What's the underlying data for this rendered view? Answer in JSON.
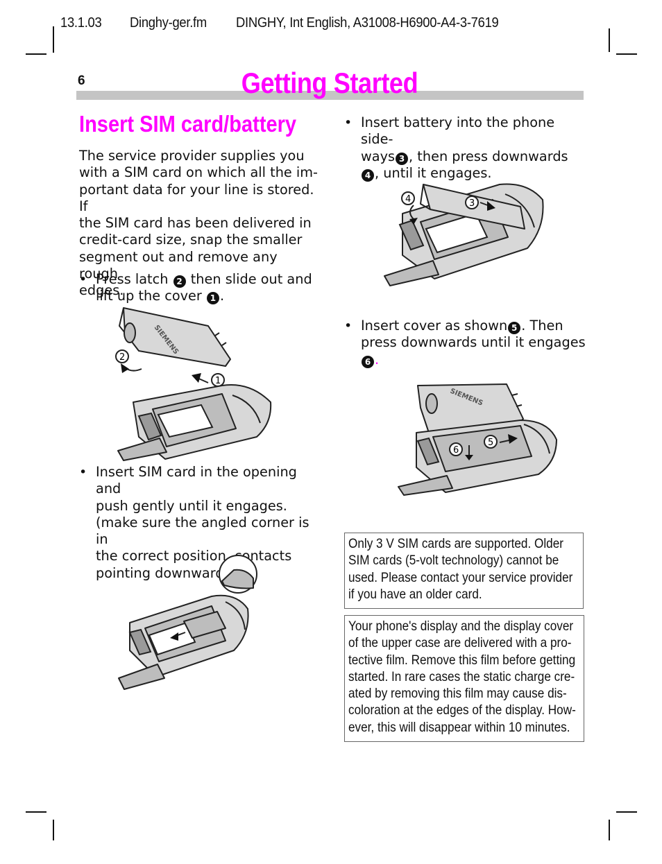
{
  "header": {
    "date": "13.1.03",
    "file": "Dinghy-ger.fm",
    "doc": "DINGHY, Int English, A31008-H6900-A4-3-7619"
  },
  "page": {
    "number": "6",
    "title": "Getting Started"
  },
  "section": {
    "title": "Insert SIM card/battery"
  },
  "intro": "The service provider supplies you with a SIM card on which all the important data for your line is stored. If the SIM card has been delivered in credit-card size, snap the smaller segment out and remove any rough edges.",
  "intro_lines": [
    "The service provider supplies you",
    "with a SIM card on which all the im-",
    "portant data for your line is stored. If",
    "the SIM card has been delivered in",
    "credit-card size, snap the smaller",
    "segment out and remove any rough",
    "edges."
  ],
  "bullets_left": {
    "b1": {
      "l1a": "Press latch",
      "n2": "2",
      "l1b": "then slide out and",
      "l2a": "lift up the cover",
      "n1": "1",
      "l2b": "."
    },
    "b2": [
      "Insert SIM card in the opening and",
      "push gently until it engages.",
      "(make sure the angled corner is in",
      "the correct position, contacts",
      "pointing downwards)."
    ]
  },
  "bullets_right": {
    "b3": {
      "l1": "Insert battery into the phone side-",
      "l2a": "ways",
      "n3": "3",
      "l2b": ", then press downwards",
      "n4": "4",
      "l3b": ", until it engages."
    },
    "b4": {
      "l1a": "Insert cover as shown",
      "n5": "5",
      "l1b": ". Then",
      "l2": "press downwards until it engages",
      "n6": "6",
      "l3b": "."
    }
  },
  "figure_labels": {
    "fig1": {
      "latch": "2",
      "cover": "1"
    },
    "fig3": {
      "press": "4",
      "slide": "3"
    },
    "fig4": {
      "press": "6",
      "slide": "5"
    }
  },
  "notes": [
    [
      "Only 3 V SIM cards are supported. Older",
      "SIM cards (5-volt technology) cannot be",
      "used. Please contact your service provider",
      "if you have an older card."
    ],
    [
      "Your phone's display and the display cover",
      "of the upper case are delivered with a pro-",
      "tective film. Remove this film before getting",
      "started. In rare cases the static charge cre-",
      "ated by removing this film may cause dis-",
      "coloration at the edges of the display. How-",
      "ever, this will disappear within 10 minutes."
    ]
  ],
  "colors": {
    "accent": "#ff00ff",
    "title_bar": "#c4c4c4"
  }
}
